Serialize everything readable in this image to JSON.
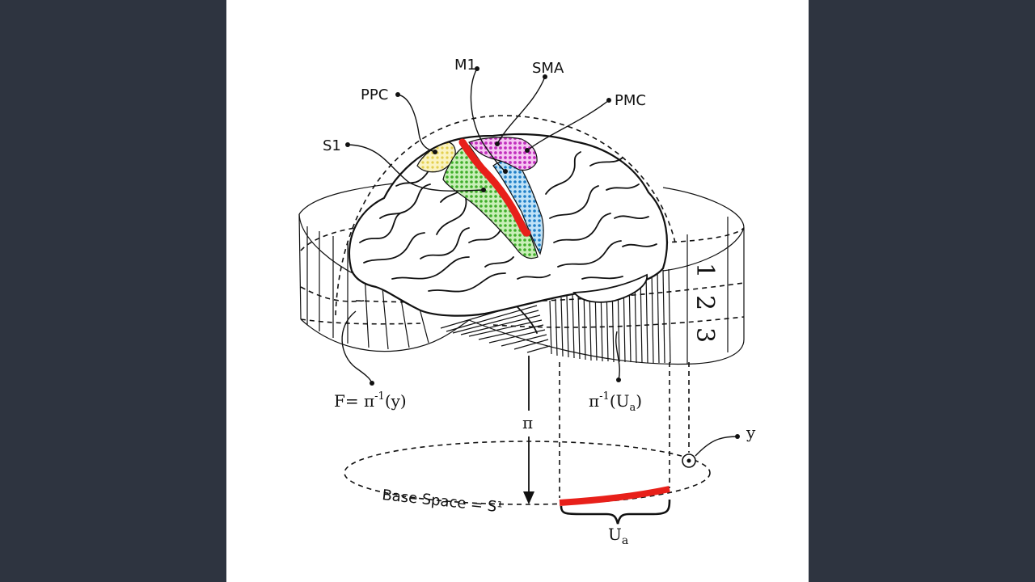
{
  "colors": {
    "background": "#2e3440",
    "panel": "#ffffff",
    "highlight": "#e8201a",
    "ppc": "#f3e690",
    "s1": "#7cd35c",
    "m1": "#e8201a",
    "sma": "#e38be0",
    "pmc": "#4fa7e0"
  },
  "labels": {
    "m1": "M1",
    "sma": "SMA",
    "ppc": "PPC",
    "pmc": "PMC",
    "s1": "S1",
    "fiber_digit_1": "1",
    "fiber_digit_2": "2",
    "fiber_digit_3": "3",
    "fiber_prefix": "F= π",
    "fiber_sup": "-1",
    "fiber_suffix": "(y)",
    "preimage_prefix": "π",
    "preimage_sup": "-1",
    "preimage_mid": "(U",
    "preimage_sub": "a",
    "preimage_suffix": ")",
    "projection": "π",
    "point_y": "y",
    "base_space": "Base Space = S¹",
    "ua_main": "U",
    "ua_sub": "a"
  },
  "icons": [
    "target-point-icon",
    "down-arrow-icon",
    "brace-icon"
  ]
}
